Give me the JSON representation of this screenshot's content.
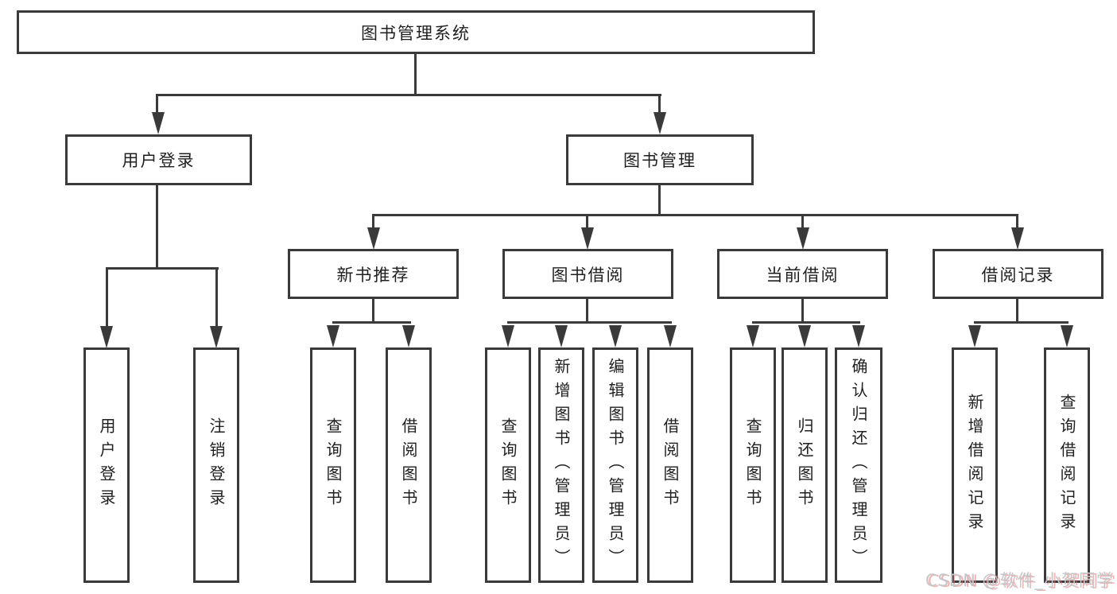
{
  "tree": {
    "label": "图书管理系统",
    "children": [
      {
        "label": "用户登录",
        "children": [
          {
            "label": "用户登录"
          },
          {
            "label": "注销登录"
          }
        ]
      },
      {
        "label": "图书管理",
        "children": [
          {
            "label": "新书推荐",
            "children": [
              {
                "label": "查询图书"
              },
              {
                "label": "借阅图书"
              }
            ]
          },
          {
            "label": "图书借阅",
            "children": [
              {
                "label": "查询图书"
              },
              {
                "label": "新增图书（管理员）"
              },
              {
                "label": "编辑图书（管理员）"
              },
              {
                "label": "借阅图书"
              }
            ]
          },
          {
            "label": "当前借阅",
            "children": [
              {
                "label": "查询图书"
              },
              {
                "label": "归还图书"
              },
              {
                "label": "确认归还（管理员）"
              }
            ]
          },
          {
            "label": "借阅记录",
            "children": [
              {
                "label": "新增借阅记录"
              },
              {
                "label": "查询借阅记录"
              }
            ]
          }
        ]
      }
    ]
  },
  "watermark": "CSDN @软件_小贺同学",
  "colors": {
    "line": "#3a3a3a",
    "text": "#1f1f1f",
    "background": "#ffffff",
    "watermark_gray": "#c3c7cb",
    "watermark_red": "#e57373"
  }
}
